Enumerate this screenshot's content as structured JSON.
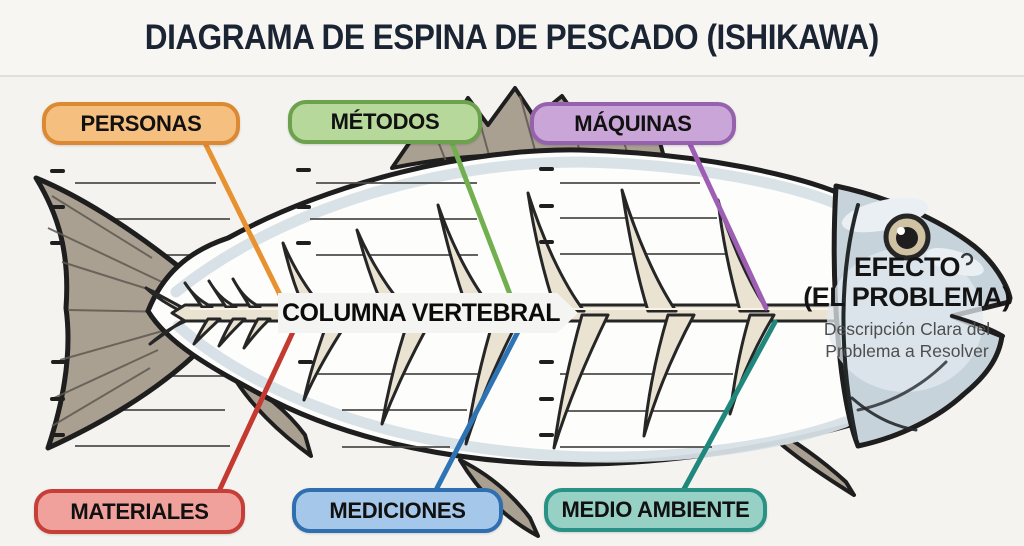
{
  "title": "DIAGRAMA DE ESPINA DE PESCADO (ISHIKAWA)",
  "spine": {
    "label": "COLUMNA VERTEBRAL"
  },
  "effect": {
    "line1": "EFECTO",
    "line2": "(EL PROBLEMA)",
    "description_line1": "Descripción Clara del",
    "description_line2": "Problema a Resolver"
  },
  "categories": [
    {
      "label": "PERSONAS",
      "position": "top",
      "fill": "#F5BF80",
      "border": "#DB8A33",
      "line_color": "#E89130"
    },
    {
      "label": "MÉTODOS",
      "position": "top",
      "fill": "#B6D89B",
      "border": "#6CA14D",
      "line_color": "#72B04F"
    },
    {
      "label": "MÁQUINAS",
      "position": "top",
      "fill": "#C9A5D8",
      "border": "#9662AE",
      "line_color": "#9D5EB4"
    },
    {
      "label": "MATERIALES",
      "position": "bottom",
      "fill": "#F1A19B",
      "border": "#C53F38",
      "line_color": "#C43A31"
    },
    {
      "label": "MEDICIONES",
      "position": "bottom",
      "fill": "#A5C8EA",
      "border": "#2F6FB0",
      "line_color": "#2E74B5"
    },
    {
      "label": "MEDIO AMBIENTE",
      "position": "bottom",
      "fill": "#97D0C4",
      "border": "#2A9185",
      "line_color": "#1F877C"
    }
  ],
  "colors": {
    "background": "#F4F3F0",
    "title_text": "#1B2433",
    "fish_outline": "#1E1E1E",
    "fin": "#A9A092",
    "bone": "#EAE3D2",
    "head": "#C7D3DA",
    "body_rim": "#D6E0E6",
    "cause_line": "#4D4D4D"
  }
}
